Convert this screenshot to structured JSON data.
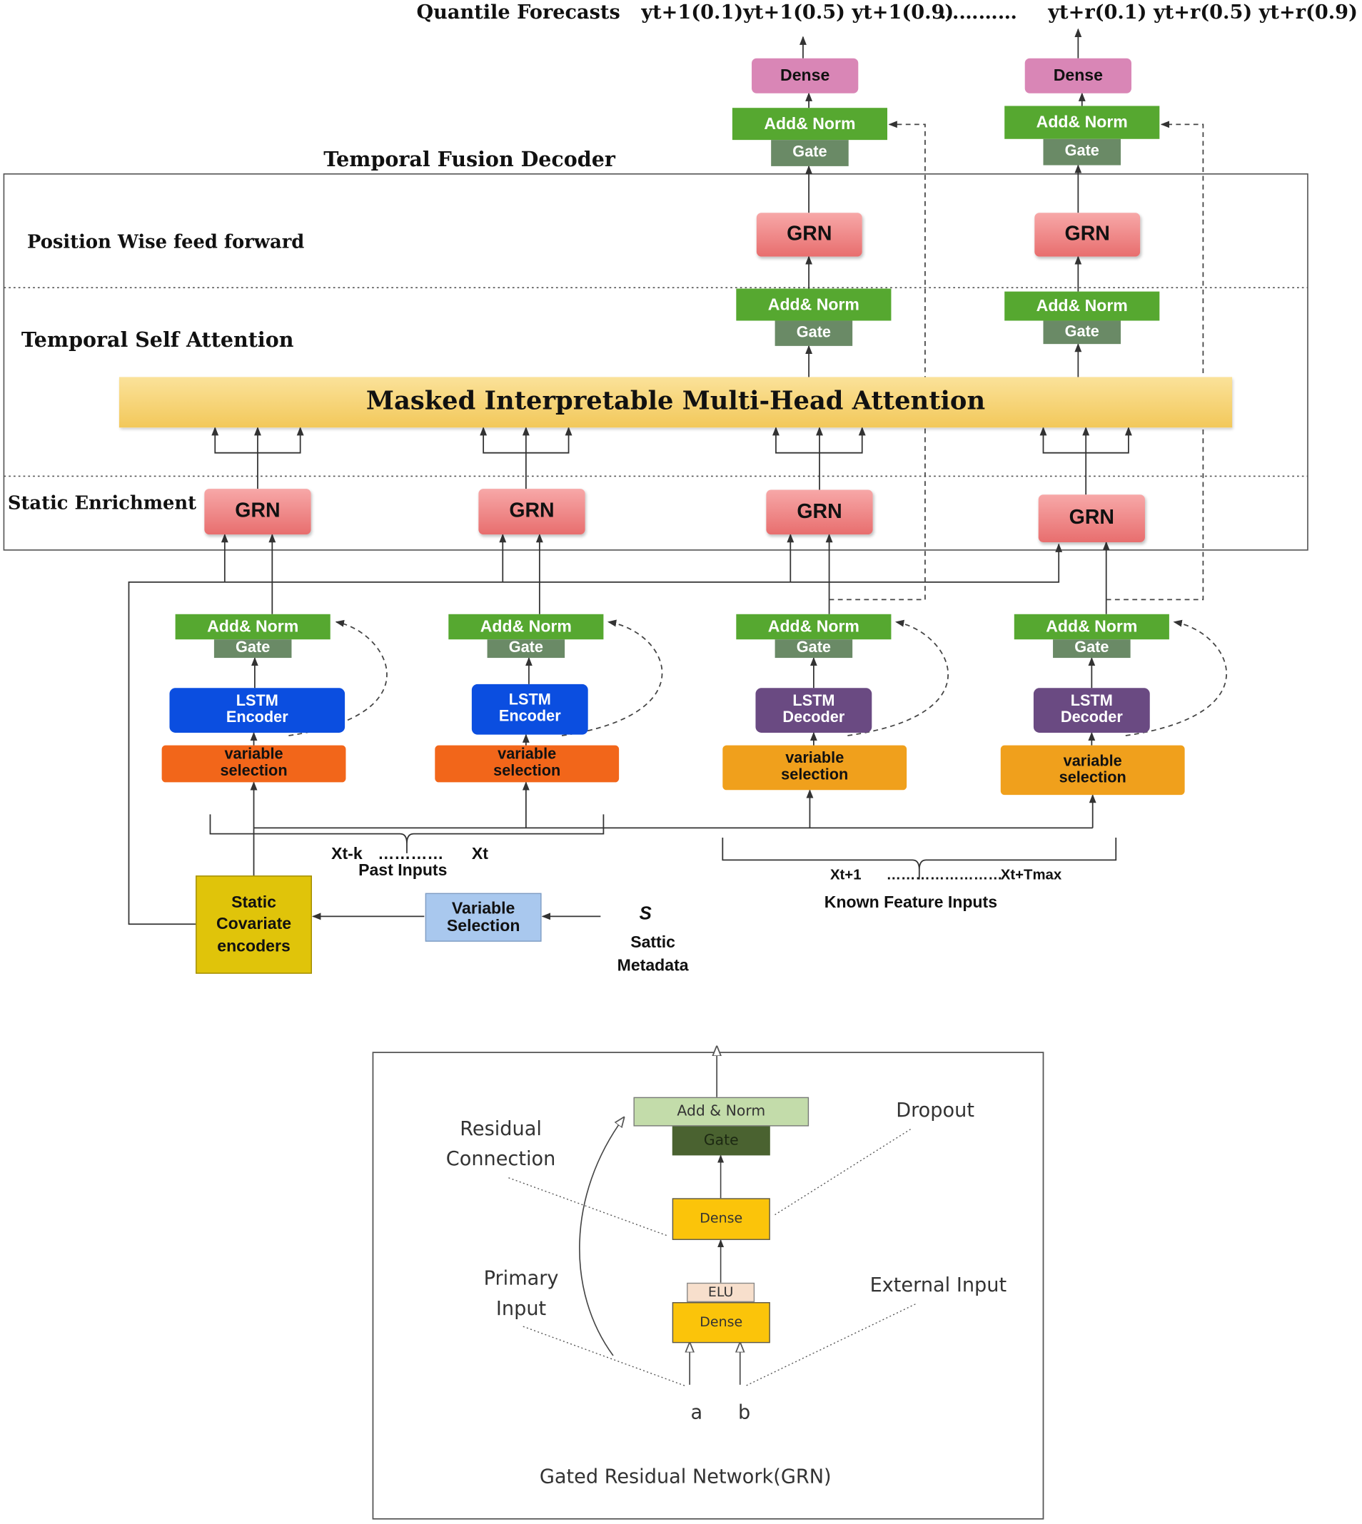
{
  "quantile_forecasts": {
    "label": "Quantile Forecasts",
    "left_values": "yt+1(0.1)yt+1(0.5) yt+1(0.9)",
    "dots": "…………",
    "right_values": "yt+r(0.1) yt+r(0.5) yt+r(0.9)"
  },
  "decoder_title": "Temporal Fusion Decoder",
  "sections": {
    "position_wise": "Position Wise feed forward",
    "self_attention": "Temporal Self Attention",
    "static_enrichment": "Static Enrichment"
  },
  "blocks": {
    "dense": "Dense",
    "add_norm": "Add& Norm",
    "gate": "Gate",
    "grn": "GRN",
    "mha": "Masked Interpretable Multi-Head Attention",
    "lstm_encoder": "LSTM Encoder",
    "lstm_decoder": "LSTM Decoder",
    "variable_selection": "variable selection"
  },
  "inputs": {
    "past_range_start": "Xt-k",
    "past_range_dots": "…………",
    "past_range_end": "Xt",
    "past_label": "Past Inputs",
    "known_range_start": "Xt+1",
    "known_range_dots": "……………………",
    "known_range_end": "Xt+Tmax",
    "known_label": "Known Feature Inputs"
  },
  "static": {
    "covariate_encoders": "Static Covariate encoders",
    "variable_selection": "Variable Selection",
    "symbol": "S",
    "metadata": "Sattic Metadata"
  },
  "grn_detail": {
    "add_norm": "Add & Norm",
    "gate": "Gate",
    "dense": "Dense",
    "elu": "ELU",
    "residual_connection": "Residual Connection",
    "dropout": "Dropout",
    "primary_input": "Primary Input",
    "external_input": "External Input",
    "input_a": "a",
    "input_b": "b",
    "caption": "Gated Residual Network(GRN)"
  },
  "colors": {
    "grn": "#e86e6e",
    "add_norm": "#56a830",
    "gate": "#6a8a66",
    "lstm_encoder": "#0b4ee0",
    "lstm_decoder": "#6a4a82",
    "variable_selection_past": "#f2661a",
    "variable_selection_known": "#f0a01c",
    "attention": "#f2c85a",
    "static_covariate": "#e0c40a",
    "static_variable_selection": "#a9c8ee",
    "dense_output": "#d986b6"
  }
}
